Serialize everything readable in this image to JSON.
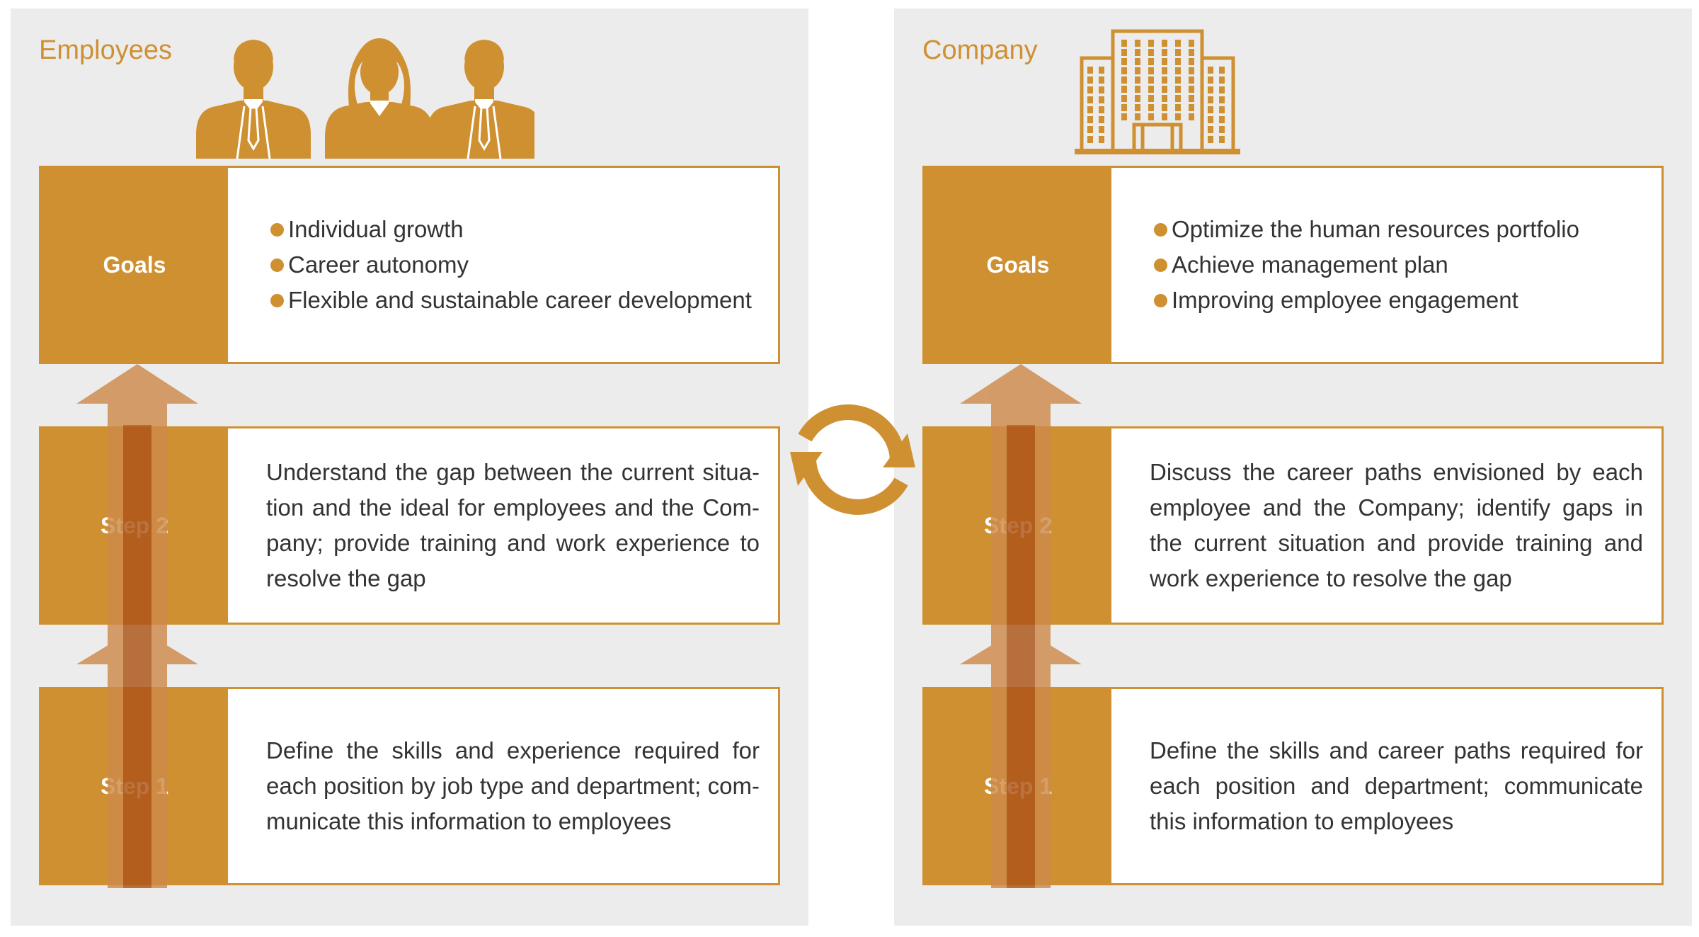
{
  "colors": {
    "accent": "#cf9031",
    "arrow": "#cd8a4a",
    "arrow_shaft": "#ad5418",
    "panel_bg": "#ececec",
    "text": "#333333"
  },
  "icons": {
    "employees": "three-people-icon",
    "company": "office-building-icon",
    "cycle": "refresh-cycle-icon"
  },
  "employees": {
    "title": "Employees",
    "goals": {
      "label": "Goals",
      "items": [
        "Individual growth",
        "Career autonomy",
        "Flexible and sustainable career development"
      ]
    },
    "step2": {
      "label": "Step 2",
      "text": "Understand the gap between the current situa-tion and the ideal for employees and the Com-pany; provide training and work experience to resolve the gap"
    },
    "step1": {
      "label": "Step 1",
      "text": "Define the skills and experience required for each position by job type and department; com-municate this information to employees"
    }
  },
  "company": {
    "title": "Company",
    "goals": {
      "label": "Goals",
      "items": [
        "Optimize the human resources portfolio",
        "Achieve management plan",
        "Improving employee engagement"
      ]
    },
    "step2": {
      "label": "Step 2",
      "text": "Discuss the career paths envisioned by each employee and the Company; identify gaps in the current situation and provide training and work experience to resolve the gap"
    },
    "step1": {
      "label": "Step 1",
      "text": "Define the skills and career paths required for each position and department; communicate this information to employees"
    }
  }
}
